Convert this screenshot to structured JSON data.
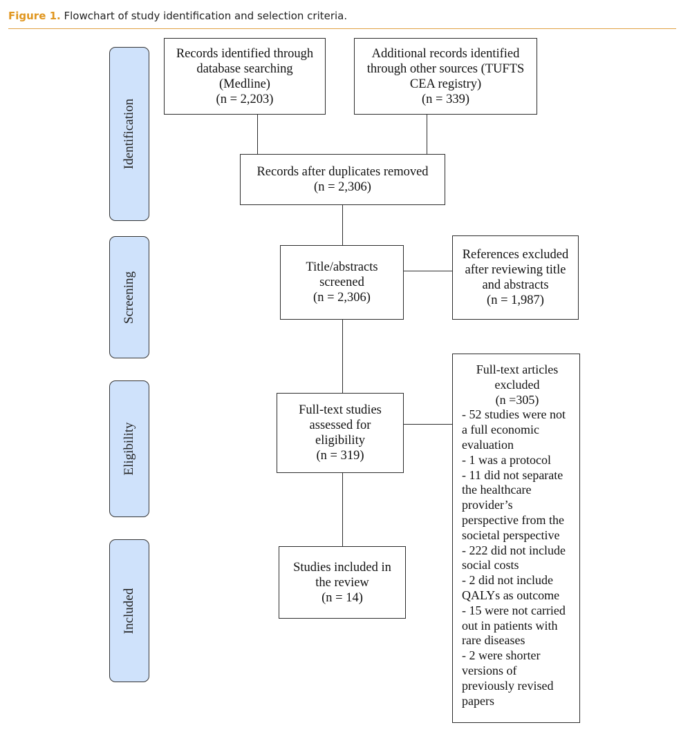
{
  "caption": {
    "label": "Figure 1.",
    "text": "Flowchart of study identification and selection criteria."
  },
  "phases": [
    {
      "label": "Identification"
    },
    {
      "label": "Screening"
    },
    {
      "label": "Eligibility"
    },
    {
      "label": "Included"
    }
  ],
  "boxes": {
    "database_records": {
      "lines": [
        "Records identified through",
        "database searching",
        "(Medline)",
        "(n = 2,203)"
      ]
    },
    "other_sources": {
      "lines": [
        "Additional records identified",
        "through other sources (TUFTS",
        "CEA registry)",
        "(n = 339)"
      ]
    },
    "after_duplicates": {
      "lines": [
        "Records after duplicates removed",
        "(n = 2,306)"
      ]
    },
    "screened": {
      "lines": [
        "Title/abstracts",
        "screened",
        "(n = 2,306)"
      ]
    },
    "excluded_screening": {
      "lines": [
        "References excluded",
        "after reviewing title",
        "and abstracts",
        "(n = 1,987)"
      ]
    },
    "full_text": {
      "lines": [
        "Full-text studies",
        "assessed for",
        "eligibility",
        "(n = 319)"
      ]
    },
    "excluded_full_text": {
      "head": [
        "Full-text articles",
        "excluded",
        "(n =305)"
      ],
      "lines": [
        "- 52 studies were not",
        "a full economic",
        "evaluation",
        "- 1 was a protocol",
        "- 11 did not separate",
        "the healthcare",
        "provider’s",
        "perspective from the",
        "societal perspective",
        "- 222 did not include",
        "social costs",
        "- 2 did not include",
        "QALYs as outcome",
        "- 15 were not carried",
        "out in patients with",
        "rare diseases",
        "- 2 were shorter",
        "versions of",
        "previously revised",
        "papers"
      ]
    },
    "included": {
      "lines": [
        "Studies included in",
        "the review",
        "(n = 14)"
      ]
    }
  }
}
